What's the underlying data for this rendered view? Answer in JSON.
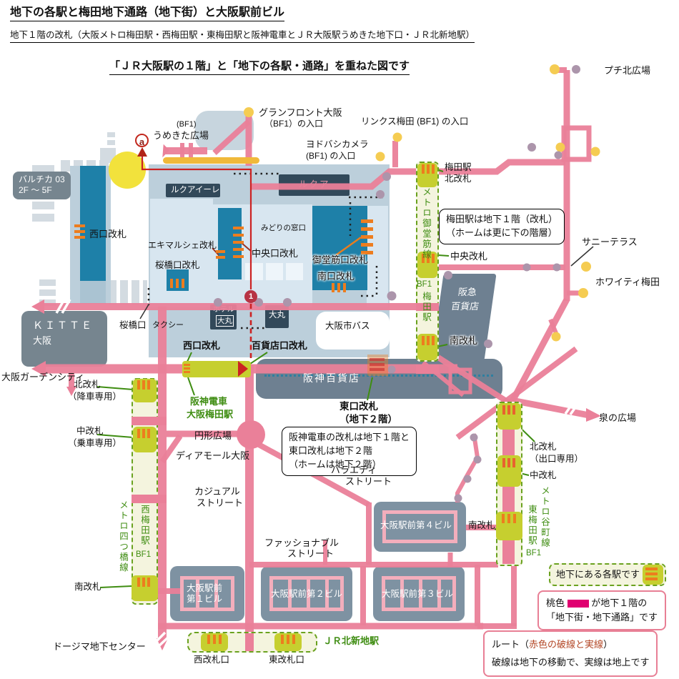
{
  "header": {
    "title": "地下の各駅と梅田地下通路（地下街）と大阪駅前ビル",
    "subtitle": "地下１階の改札（大阪メトロ梅田駅・西梅田駅・東梅田駅と阪神電車とＪＲ大阪駅うめきた地下口・ＪＲ北新地駅）",
    "overlay": "「ＪＲ大阪駅の１階」と「地下の各駅・通路」を重ねた図です"
  },
  "labels": {
    "bf1_umekita": "(BF1)",
    "umekita": "うめきた広場",
    "grandfront1": "グランフロント大阪",
    "grandfront2": "（BF1）の入口",
    "links": "リンクス梅田 (BF1) の入口",
    "yodobashi1": "ヨドバシカメラ",
    "yodobashi2": "(BF1) の入口",
    "petit": "プチ北広場",
    "umeda_kita1": "梅田駅",
    "umeda_kita2": "北改札",
    "chuo_kaisatsu": "中央改札",
    "sunny": "サニーテラス",
    "whity": "ホワイティ梅田",
    "izumi": "泉の広場",
    "minami_mido": "南改札",
    "hankyu1": "阪急",
    "hankyu2": "百貨店",
    "baltica1": "バルチカ 03",
    "baltica2": "2F 〜 5F",
    "nishiguchi_jr": "西口改札",
    "lucua_eale": "ルクアイーレ",
    "lucua": "ルクア",
    "ekimarche": "エキマルシェ改札",
    "sakurabashi_k": "桜橋口改札",
    "chuoguchi": "中央口改札",
    "midori": "みどりの窓口",
    "midosujiguchi": "御堂筋口改札",
    "minamiguchi": "南口改札",
    "kitte1": "ＫＩＴＴＥ",
    "kitte2": "大阪",
    "sakurabashi": "桜橋口",
    "taxi": "タクシー",
    "hotel": "ホテル",
    "daimaru1": "大丸",
    "daimaru2": "大丸",
    "bus": "大阪市バス",
    "nishiguchi_hanshin": "西口改札",
    "hyakkaten_guchi": "百貨店口改札",
    "hanshin_dept": "阪神百貨店",
    "hanshin_densha1": "阪神電車",
    "hanshin_densha2": "大阪梅田駅",
    "higashiguchi1": "東口改札",
    "higashiguchi2": "（地下２階）",
    "garden": "大阪ガーデンシティ",
    "kita_kousha1": "北改札",
    "kita_kousha2": "（降車専用）",
    "naka_josha1": "中改札",
    "naka_josha2": "（乗車専用）",
    "enkei": "円形広場",
    "diamor": "ディアモール大阪",
    "casual1": "カジュアル",
    "casual2": "ストリート",
    "variety1": "バラエティ",
    "variety2": "ストリート",
    "fashionable1": "ファッショナブル",
    "fashionable2": "ストリート",
    "yotsubashi": "メトロ四つ橋線",
    "nishiumeda_sta": "西梅田駅",
    "bf1_a": "BF1",
    "minami_nishiumeda": "南改札",
    "dojima": "ドージマ地下センター",
    "bldg1a": "大阪駅前",
    "bldg1b": "第１ビル",
    "bldg2": "大阪駅前第２ビル",
    "bldg3": "大阪駅前第３ビル",
    "bldg4": "大阪駅前第４ビル",
    "minami_b4": "南改札",
    "kita_deguchi1": "北改札",
    "kita_deguchi2": "（出口専用）",
    "naka_tanimachi": "中改札",
    "tanimachi_line": "メトロ谷町線",
    "higashiumeda_sta": "東梅田駅",
    "bf1_b": "BF1",
    "midosuji_line": "メトロ御堂筋線",
    "bf1_c": "BF1",
    "umeda_sta": "梅田駅",
    "kitashinchi": "ＪＲ北新地駅",
    "nishi_kaisatsuguchi": "西改札口",
    "higashi_kaisatsuguchi": "東改札口"
  },
  "notes": {
    "umeda1": "梅田駅は地下１階（改札）",
    "umeda2": "（ホームは更に下の階層）",
    "hanshin1": "阪神電車の改札は地下１階と",
    "hanshin2": "東口改札は地下２階",
    "hanshin3": "（ホームは地下２階）"
  },
  "legend": {
    "stations": "地下にある各駅です",
    "pink1a": "桃色",
    "pink1b": "が地下１階の",
    "pink2": "「地下街・地下通路」です",
    "route_a": "ルート（",
    "route_b": "赤色の破線と実線",
    "route_c": "）",
    "route2": "破線は地下の移動で、実線は地上です"
  },
  "markers": {
    "a": "a",
    "one": "1"
  },
  "colors": {
    "corridor_pink": "#ea8099",
    "legend_deep_pink": "#e00070",
    "route_red": "#cc2222",
    "station_green_fill": "#c6cf2f",
    "station_pale_fill": "#f4f4de",
    "green_text": "#3f8d12",
    "gate_orange": "#ed7d1e",
    "yellow_dot": "#f5cc52",
    "purple_dot": "#ac95ac",
    "building_light": "#bccfdb",
    "teal": "#1e80a8",
    "dark_slate": "#32495a",
    "gray_box": "#76858f",
    "bldg_gray": "#7e92a2"
  }
}
